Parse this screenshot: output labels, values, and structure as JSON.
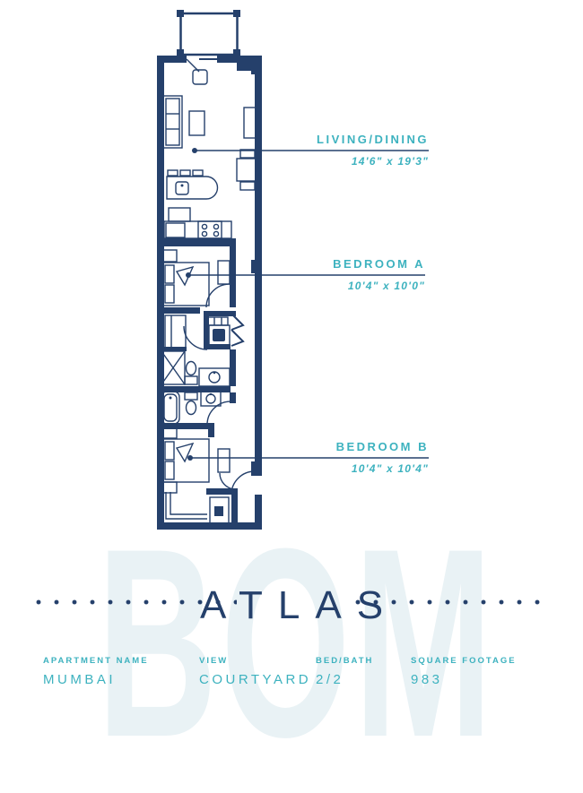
{
  "colors": {
    "navy": "#25406b",
    "teal": "#3db2bf",
    "watermark": "#e9f2f5"
  },
  "title": {
    "building_name": "ATLAS",
    "watermark": "BOM"
  },
  "floor_plan": {
    "rooms": [
      {
        "name": "LIVING/DINING",
        "dimensions": "14'6\" x 19'3\""
      },
      {
        "name": "BEDROOM A",
        "dimensions": "10'4\" x 10'0\""
      },
      {
        "name": "BEDROOM B",
        "dimensions": "10'4\" x 10'4\""
      }
    ]
  },
  "footer": {
    "columns": [
      {
        "label": "APARTMENT NAME",
        "value": "MUMBAI"
      },
      {
        "label": "VIEW",
        "value": "COURTYARD"
      },
      {
        "label": "BED/BATH",
        "value": "2/2"
      },
      {
        "label": "SQUARE FOOTAGE",
        "value": "983"
      }
    ]
  }
}
